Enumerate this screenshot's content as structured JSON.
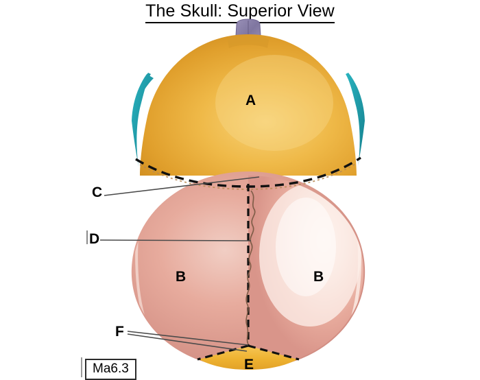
{
  "title": {
    "text": "The Skull: Superior View",
    "underlined": true
  },
  "figure": {
    "name": "skull-superior-view-diagram",
    "plate_code": "Ma6.3",
    "labels": [
      {
        "id": "A",
        "letter": "A",
        "region": "frontal-bone",
        "color": "#e9a533"
      },
      {
        "id": "B-left",
        "letter": "B",
        "region": "parietal-bone-left",
        "color": "#e8a89b"
      },
      {
        "id": "B-right",
        "letter": "B",
        "region": "parietal-bone-right",
        "color": "#e8a89b"
      },
      {
        "id": "C",
        "letter": "C",
        "region": "coronal-suture",
        "color": "#1a1a1a"
      },
      {
        "id": "D",
        "letter": "D",
        "region": "sagittal-suture",
        "color": "#1a1a1a"
      },
      {
        "id": "E",
        "letter": "E",
        "region": "occipital-bone",
        "color": "#eeb233"
      },
      {
        "id": "F",
        "letter": "F",
        "region": "lambdoid-suture",
        "color": "#1a1a1a"
      }
    ],
    "colors": {
      "frontal_bone": "#e9a533",
      "frontal_bone_light": "#f4cf6e",
      "parietal_bone": "#e3a294",
      "parietal_bone_light": "#f6ded6",
      "occipital_bone": "#f0b436",
      "nasal_bone": "#8d84ab",
      "lateral_wing": "#1f9eac",
      "suture_line": "#111111",
      "leader_line": "#4a4a4a",
      "background": "#ffffff"
    }
  }
}
